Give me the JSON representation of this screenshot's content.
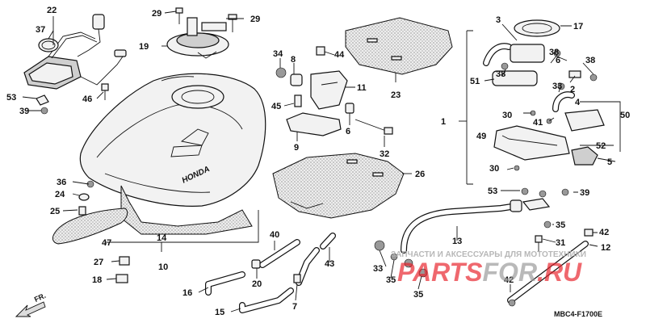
{
  "diagram": {
    "code": "MBC4-F1700E",
    "brand_on_tank": "HONDA",
    "front_marker": "FR.",
    "watermark": {
      "caption": "ЗАПЧАСТИ И АКСЕССУАРЫ ДЛЯ МОТОТЕХНИКИ",
      "logo_left": "PARTS",
      "logo_mid": "FOR",
      "logo_right": ".RU",
      "logo_color": "#e8202a"
    },
    "callouts": [
      "22",
      "37",
      "53",
      "39",
      "46",
      "29",
      "19",
      "29",
      "34",
      "8",
      "44",
      "45",
      "11",
      "6",
      "9",
      "32",
      "23",
      "3",
      "17",
      "38",
      "6",
      "38",
      "51",
      "38",
      "2",
      "33",
      "4",
      "30",
      "41",
      "1",
      "50",
      "49",
      "52",
      "30",
      "5",
      "36",
      "24",
      "25",
      "47",
      "14",
      "10",
      "26",
      "53",
      "39",
      "35",
      "31",
      "12",
      "42",
      "13",
      "33",
      "35",
      "35",
      "40",
      "20",
      "43",
      "16",
      "7",
      "27",
      "18",
      "15",
      "42"
    ]
  }
}
